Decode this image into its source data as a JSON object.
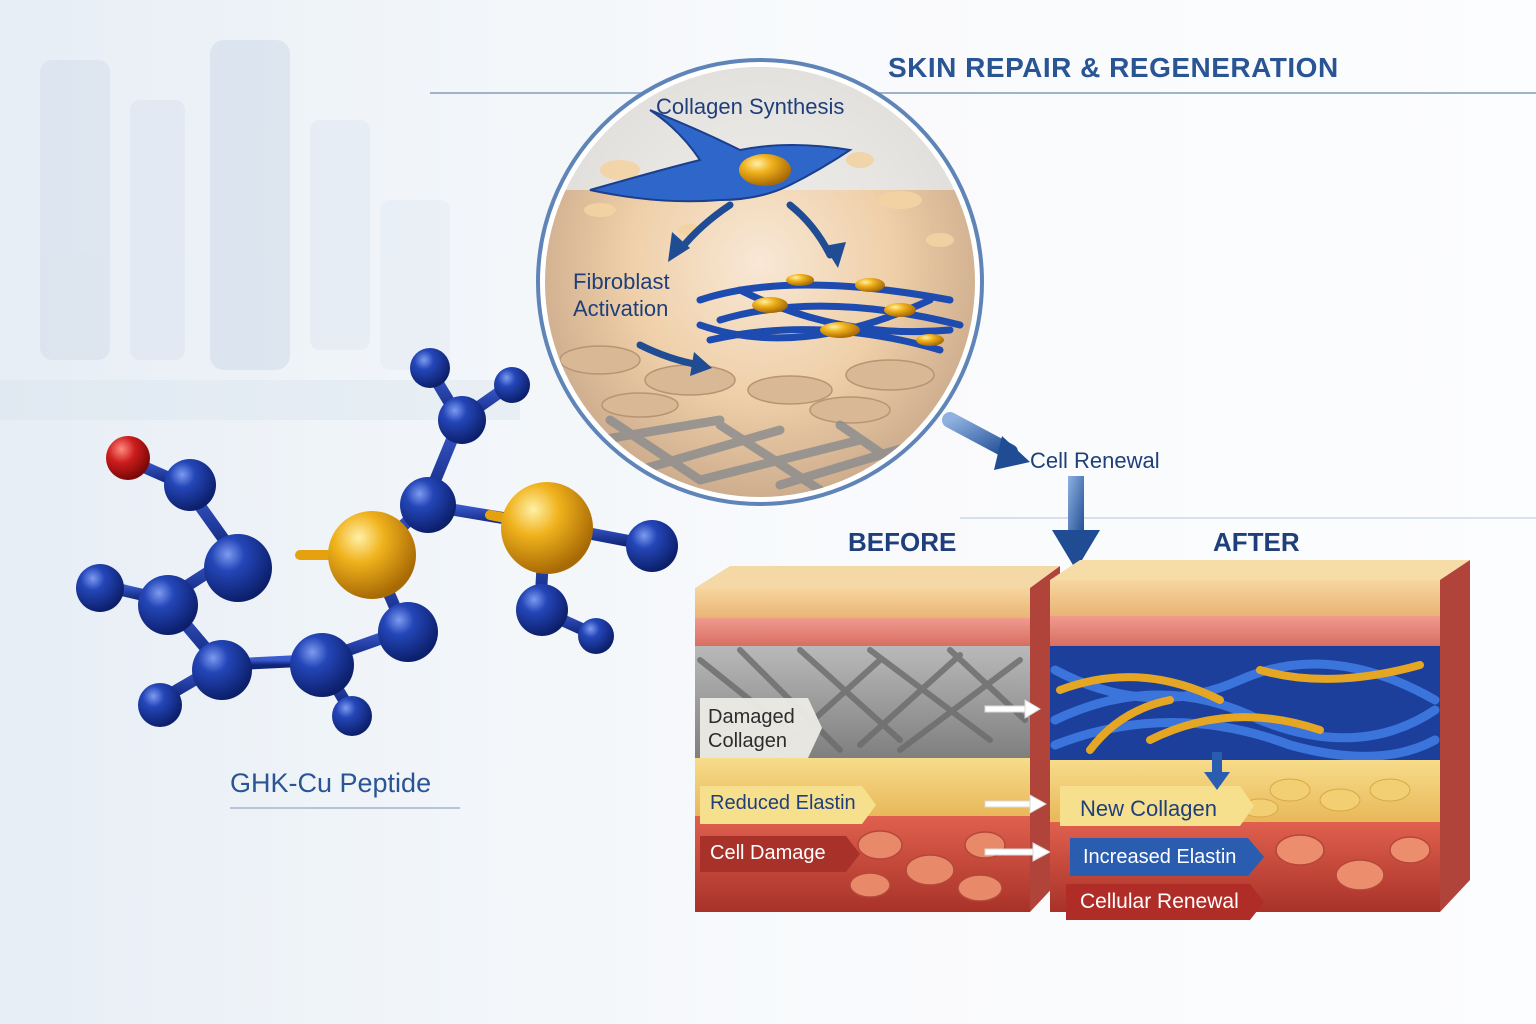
{
  "title": "SKIN REPAIR & REGENERATION",
  "inset": {
    "collagen_synthesis": "Collagen Synthesis",
    "fibroblast_activation": "Fibroblast Activation"
  },
  "cell_renewal": "Cell Renewal",
  "before": {
    "heading": "BEFORE",
    "labels": [
      "Damaged Collagen",
      "Reduced Elastin",
      "Cell Damage"
    ]
  },
  "after": {
    "heading": "AFTER",
    "labels": [
      "New Collagen",
      "Increased Elastin",
      "Cellular Renewal"
    ]
  },
  "molecule": {
    "label": "GHK-Cu Peptide"
  },
  "colors": {
    "navy": "#1f3f7a",
    "blue_atom": "#1d3a9e",
    "gold_atom": "#e6a10f",
    "red_atom": "#c2181c",
    "skin_top": "#f3c98a",
    "skin_pink": "#e9837a",
    "skin_red": "#c94b3e"
  }
}
